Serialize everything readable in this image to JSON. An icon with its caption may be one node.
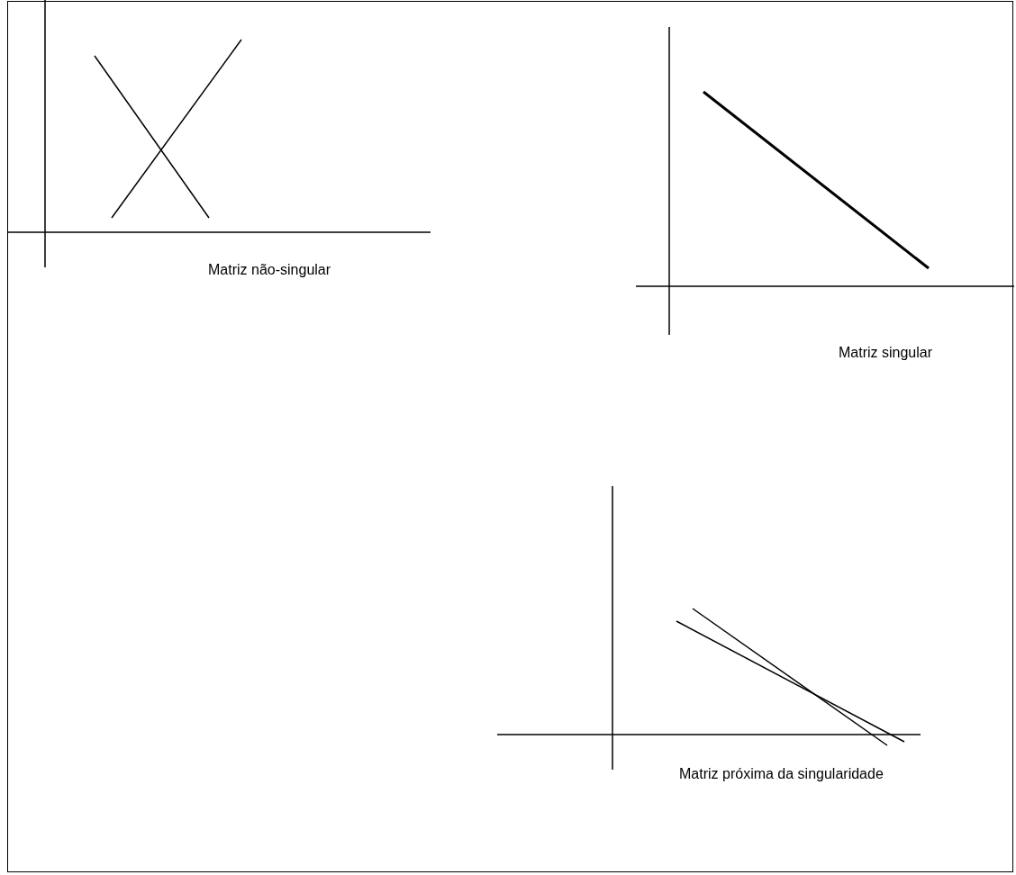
{
  "diagram": {
    "labels": [
      "Matriz não-singular",
      "Matriz singular",
      "Matriz próxima da singularidade"
    ]
  }
}
